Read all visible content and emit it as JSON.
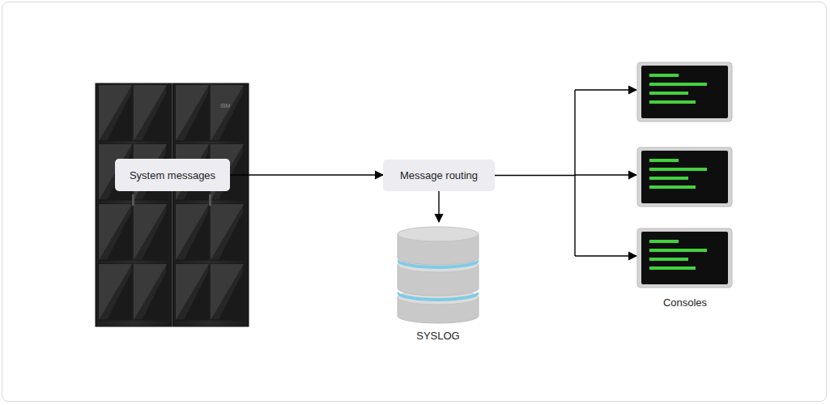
{
  "diagram": {
    "nodes": [
      {
        "text": [
          "System messages"
        ]
      },
      {
        "text": [
          "Message routing"
        ]
      },
      {
        "text": [
          "SYSLOG"
        ]
      },
      {
        "text": [
          "Consoles"
        ]
      }
    ],
    "edges": [
      {
        "from": 0,
        "to": 1,
        "arrow": "to"
      },
      {
        "from": 1,
        "to": 2,
        "arrow": "to"
      },
      {
        "from": 1,
        "to": 3,
        "arrow": "to"
      }
    ],
    "labels": [
      "IBM"
    ]
  }
}
